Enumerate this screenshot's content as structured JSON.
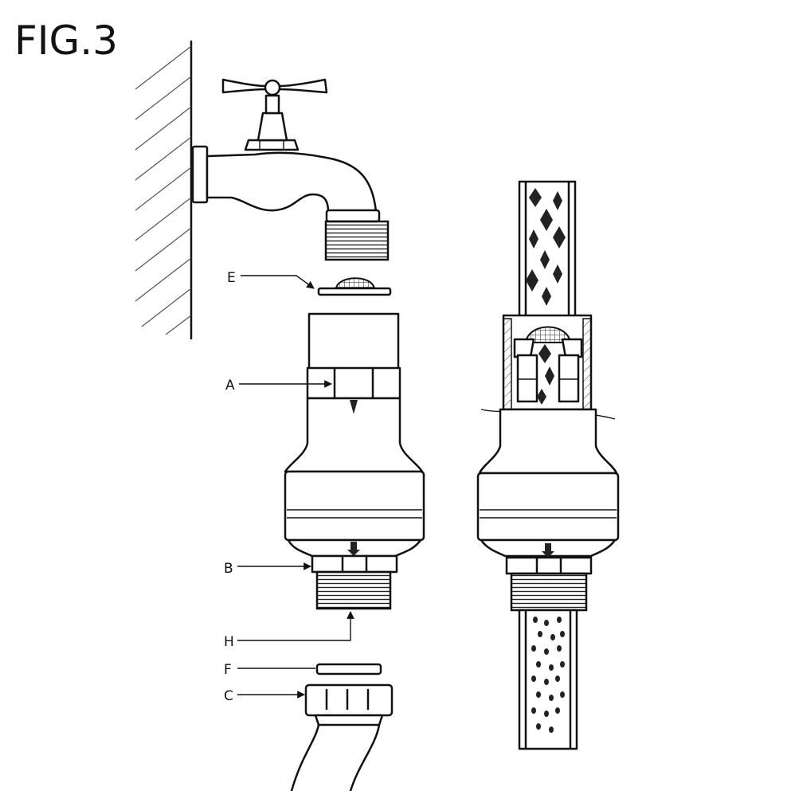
{
  "figure": {
    "title": "FIG.3",
    "callouts": {
      "e": "E",
      "a": "A",
      "b": "B",
      "h": "H",
      "f": "F",
      "c": "C"
    }
  }
}
